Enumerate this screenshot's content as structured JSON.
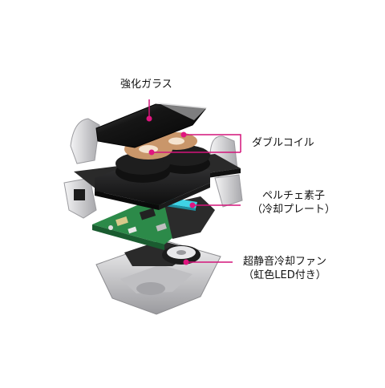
{
  "labels": {
    "glass": "強化ガラス",
    "coil": "ダブルコイル",
    "peltier_line1": "ペルチェ素子",
    "peltier_line2": "（冷却プレート）",
    "fan_line1": "超静音冷却ファン",
    "fan_line2": "（虹色LED付き）"
  },
  "colors": {
    "leader": "#d4147a",
    "dot": "#e0157f",
    "text": "#111111",
    "coil": "#c9966a",
    "body": "#1f1f1f",
    "housing": "#d6d6d8",
    "pcb": "#2f8a4a",
    "peltier": "#3fd3e6"
  }
}
